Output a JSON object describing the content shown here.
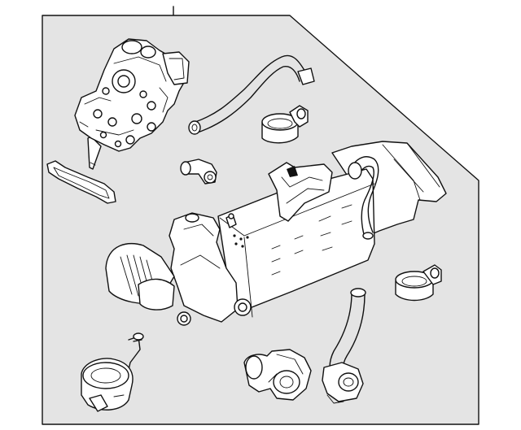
{
  "diagram": {
    "panel_fill": "#e4e4e4",
    "line_color": "#111111",
    "background": "#ffffff",
    "parts": [
      {
        "id": "egr-valve",
        "label": ""
      },
      {
        "id": "coolant-hose-upper",
        "label": ""
      },
      {
        "id": "hose-clamp-upper",
        "label": ""
      },
      {
        "id": "gasket",
        "label": ""
      },
      {
        "id": "hose-connector-small",
        "label": ""
      },
      {
        "id": "egr-cooler",
        "label": ""
      },
      {
        "id": "hose-clamp-lower",
        "label": ""
      },
      {
        "id": "vacuum-actuator",
        "label": ""
      },
      {
        "id": "coolant-pipe-right",
        "label": ""
      },
      {
        "id": "coolant-connector-lower",
        "label": ""
      }
    ]
  }
}
